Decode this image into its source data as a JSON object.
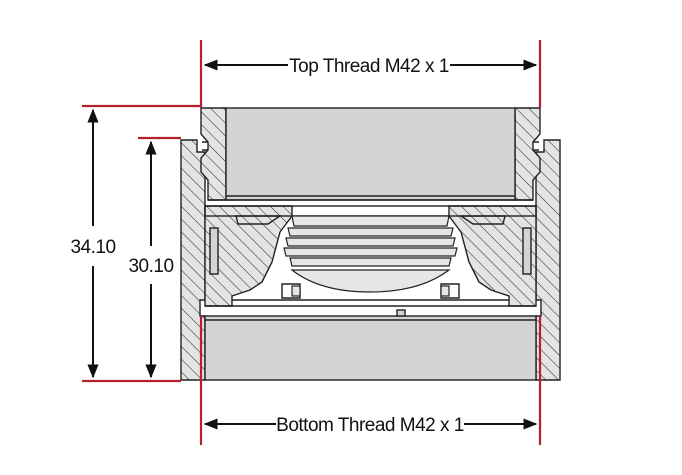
{
  "title": "",
  "dimensions": {
    "top_thread": "Top Thread M42 x 1",
    "bottom_thread": "Bottom Thread M42 x 1",
    "overall_height": "34.10",
    "inner_height": "30.10"
  },
  "colors": {
    "extension_line": "#b5202e",
    "hatch_fill": "#e4e4e4",
    "bore_fill": "#d4d4d4",
    "line": "#222222"
  }
}
